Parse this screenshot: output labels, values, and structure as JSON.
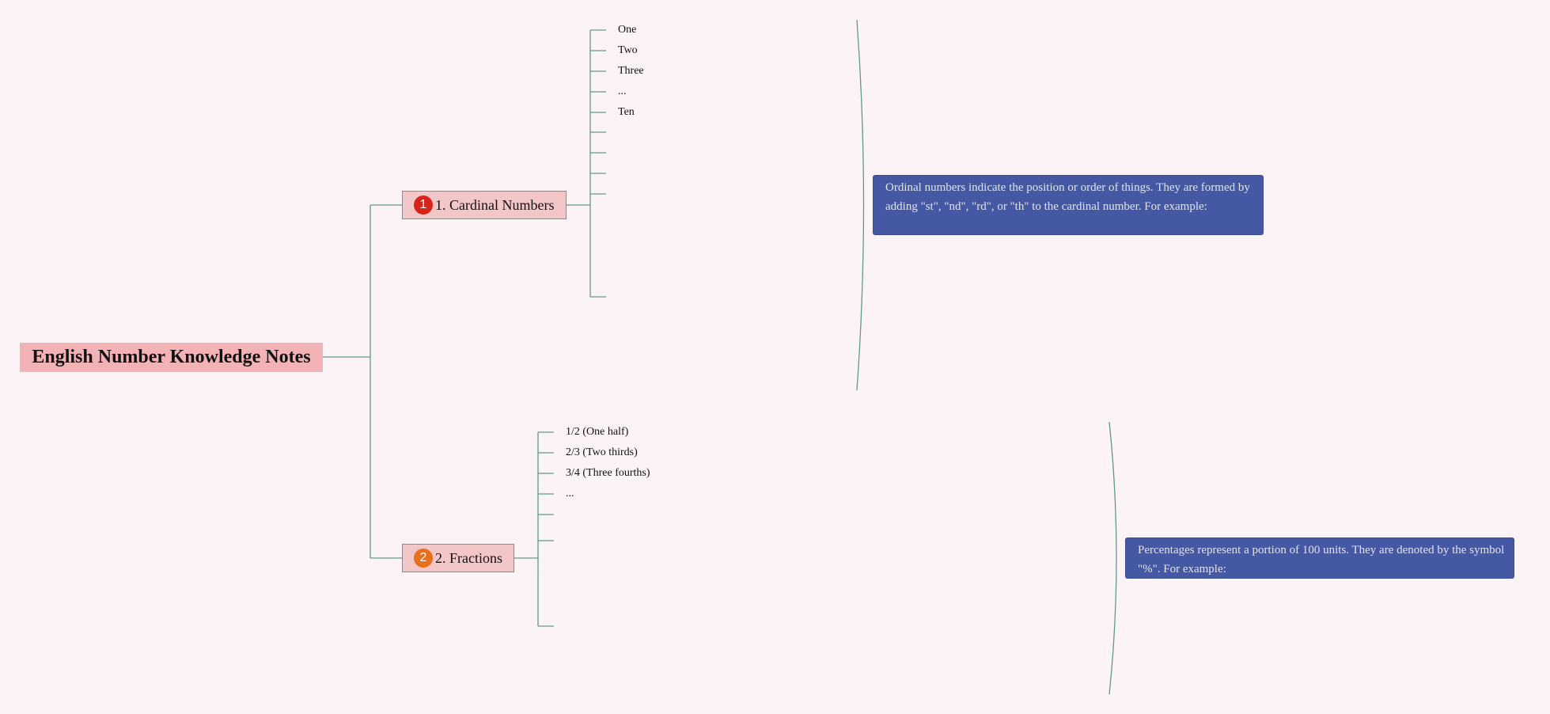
{
  "root": {
    "title": "English Number Knowledge Notes"
  },
  "branches": [
    {
      "badge": "1",
      "badge_color": "#d8231a",
      "label": "1. Cardinal Numbers",
      "items": [
        "One",
        "Two",
        "Three",
        "...",
        "Ten"
      ],
      "note": "Ordinal numbers indicate the position or order of things. They are formed by adding \"st\", \"nd\", \"rd\", or \"th\" to the cardinal number. For example:"
    },
    {
      "badge": "2",
      "badge_color": "#e8701d",
      "label": "2. Fractions",
      "items": [
        "1/2 (One half)",
        "2/3 (Two thirds)",
        "3/4 (Three fourths)",
        "..."
      ],
      "note": "Percentages represent a portion of 100 units. They are denoted by the symbol \"%\". For example:"
    }
  ],
  "colors": {
    "background": "#fbf3f5",
    "root_fill": "#f2b2b6",
    "branch_fill": "#f3c6c8",
    "note_fill": "#4558a3",
    "connector": "#5f9a8c"
  }
}
